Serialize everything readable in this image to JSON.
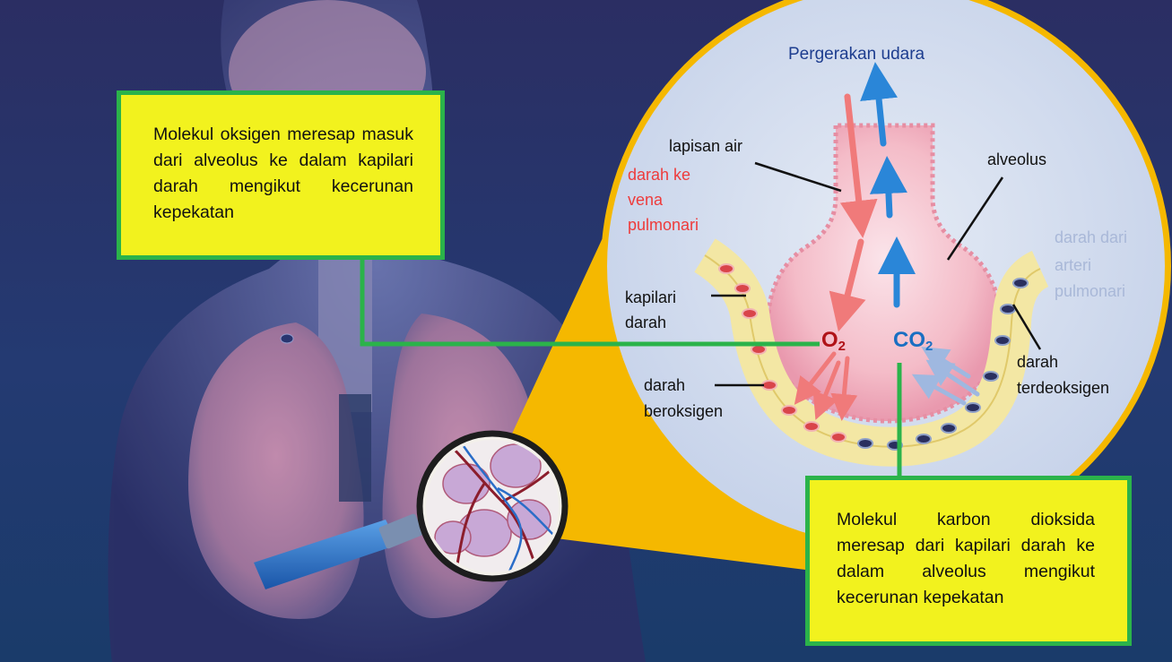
{
  "labels": {
    "air_movement": "Pergerakan udara",
    "water_layer": "lapisan air",
    "blood_to_vein": [
      "darah ke",
      "vena",
      "pulmonari"
    ],
    "alveolus": "alveolus",
    "blood_from_artery": [
      "darah dari",
      "arteri",
      "pulmonari"
    ],
    "capillary": [
      "kapilari",
      "darah"
    ],
    "oxygenated_blood": [
      "darah",
      "beroksigen"
    ],
    "deoxygenated_blood": [
      "darah",
      "terdeoksigen"
    ],
    "o2": {
      "main": "O",
      "sub": "2"
    },
    "co2": {
      "main": "CO",
      "sub": "2"
    }
  },
  "callouts": {
    "oxygen": "Molekul oksigen meresap masuk dari alveolus ke dalam kapilari darah mengikut kecerunan kepekatan",
    "co2": "Molekul karbon dioksida meresap dari kapilari darah ke dalam alveolus mengikut kecerunan kepekatan"
  },
  "colors": {
    "callout_fill": "#f2f21e",
    "callout_border": "#2bb34a",
    "connector": "#2bb34a",
    "magnifier_cone": "#f5b800",
    "oxygenated": "#ee3b3b",
    "deoxygenated": "#1a6fc2"
  }
}
